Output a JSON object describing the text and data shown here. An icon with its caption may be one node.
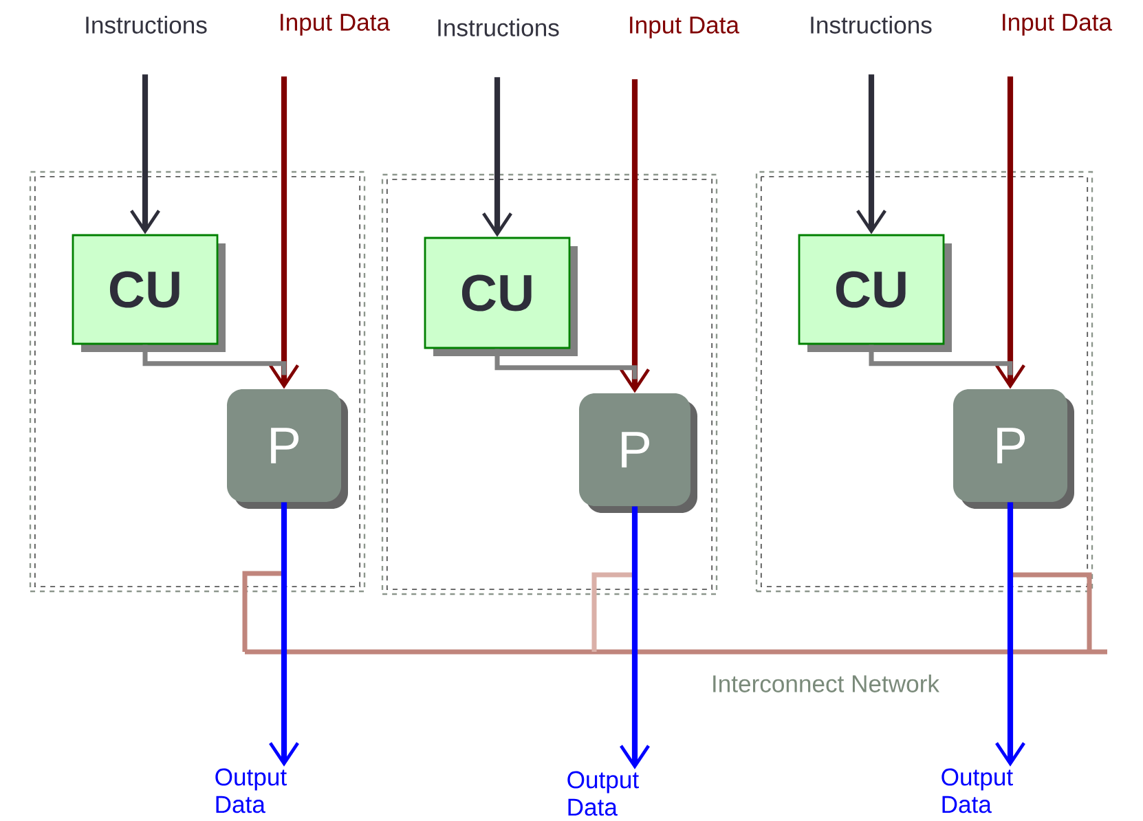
{
  "diagram": {
    "nodes": [
      {
        "text": [
          "Instructions"
        ]
      },
      {
        "text": [
          "Input Data"
        ]
      },
      {
        "text": [
          "Instructions"
        ]
      },
      {
        "text": [
          "Input Data"
        ]
      },
      {
        "text": [
          "Instructions"
        ]
      },
      {
        "text": [
          "Input Data"
        ]
      },
      {
        "text": [],
        "shape": "box"
      },
      {
        "text": [
          "CU"
        ],
        "in": 6
      },
      {
        "text": [
          "P"
        ],
        "in": 6
      },
      {
        "text": [],
        "shape": "box"
      },
      {
        "text": [
          "CU"
        ],
        "in": 9
      },
      {
        "text": [
          "P"
        ],
        "in": 9
      },
      {
        "text": [],
        "shape": "box"
      },
      {
        "text": [
          "CU"
        ],
        "in": 12
      },
      {
        "text": [
          "P"
        ],
        "in": 12
      },
      {
        "text": [
          "Output Data"
        ]
      },
      {
        "text": [
          "Output Data"
        ]
      },
      {
        "text": [
          "Output Data"
        ]
      }
    ],
    "edges": [
      {
        "from": 0,
        "to": 7,
        "arrow": "to",
        "color": "#2e2e3a"
      },
      {
        "from": 1,
        "to": 8,
        "arrow": "to",
        "color": "#800000"
      },
      {
        "from": 7,
        "to": 8,
        "arrow": "none",
        "color": "#808080"
      },
      {
        "from": 8,
        "to": 15,
        "arrow": "to",
        "color": "#0000ff"
      },
      {
        "from": 2,
        "to": 10,
        "arrow": "to",
        "color": "#2e2e3a"
      },
      {
        "from": 3,
        "to": 11,
        "arrow": "to",
        "color": "#800000"
      },
      {
        "from": 10,
        "to": 11,
        "arrow": "none",
        "color": "#808080"
      },
      {
        "from": 11,
        "to": 16,
        "arrow": "to",
        "color": "#0000ff"
      },
      {
        "from": 4,
        "to": 13,
        "arrow": "to",
        "color": "#2e2e3a"
      },
      {
        "from": 5,
        "to": 14,
        "arrow": "to",
        "color": "#800000"
      },
      {
        "from": 13,
        "to": 14,
        "arrow": "none",
        "color": "#808080"
      },
      {
        "from": 14,
        "to": 17,
        "arrow": "to",
        "color": "#0000ff"
      }
    ],
    "labels": [
      "Interconnect Network"
    ]
  }
}
